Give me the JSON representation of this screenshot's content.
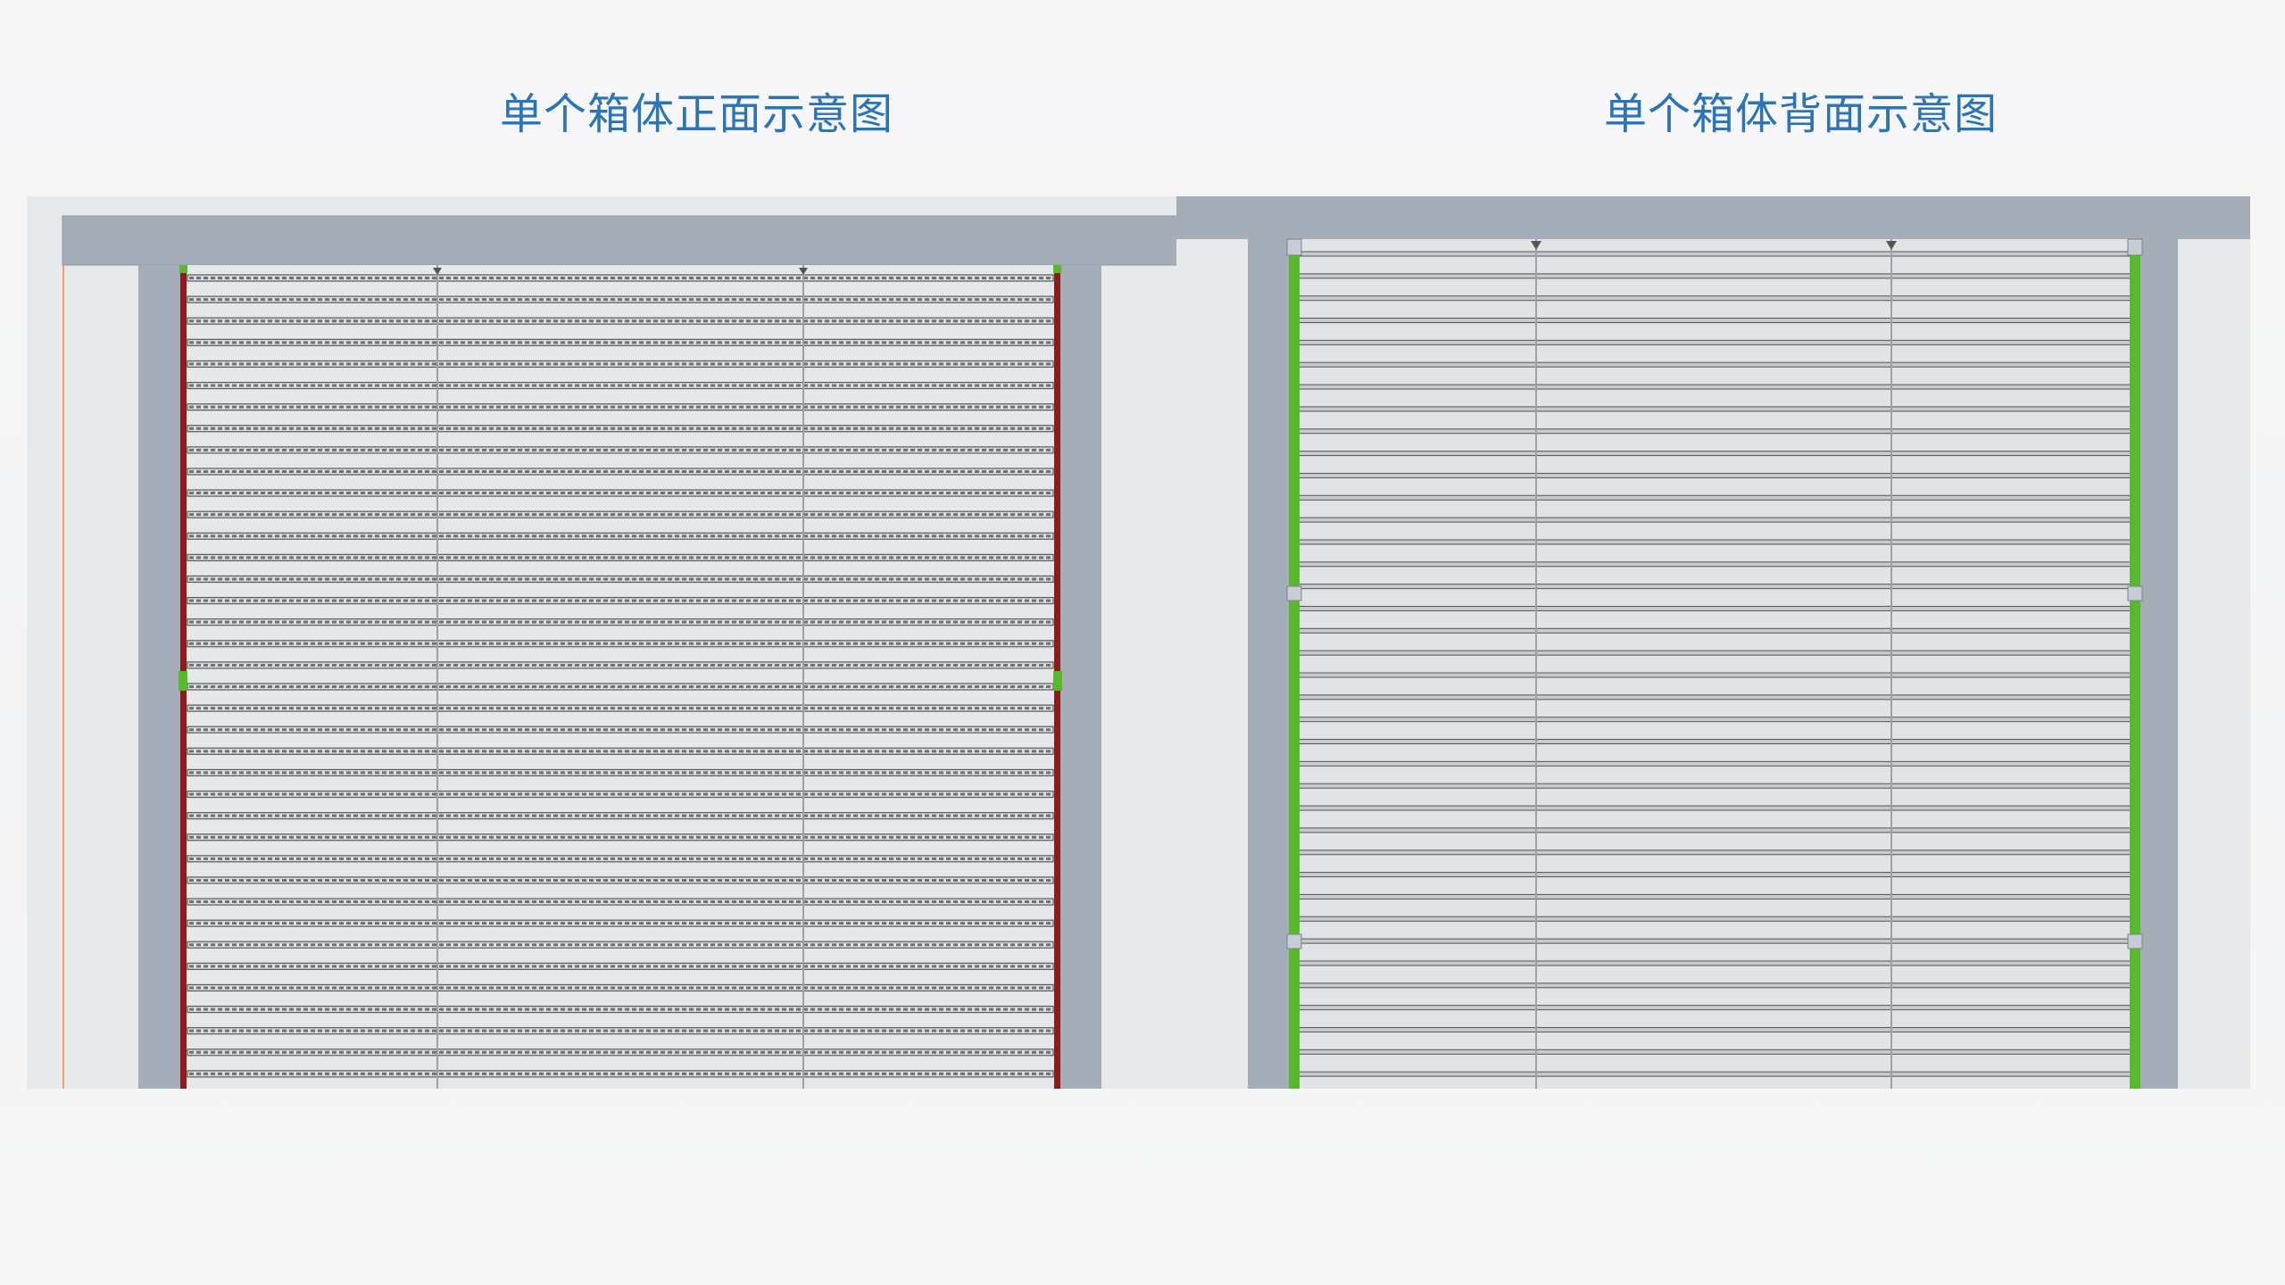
{
  "captions": {
    "front": "单个箱体正面示意图",
    "back": "单个箱体背面示意图"
  },
  "colors": {
    "caption": "#2b74b6",
    "frame": "#a4adb8",
    "frame_dark": "#8e98a4",
    "panel_bg": "#e4e6e9",
    "module_fill": "#e6e7e9",
    "module_line": "#55595e",
    "led_dot": "#6d7277",
    "rail_red": "#8c1c1c",
    "rail_green": "#5ab82e",
    "divider": "#9aa1a8"
  },
  "front_view": {
    "module_rows": 38,
    "column_dividers": 2
  },
  "back_view": {
    "module_rows": 38,
    "column_dividers": 2
  }
}
